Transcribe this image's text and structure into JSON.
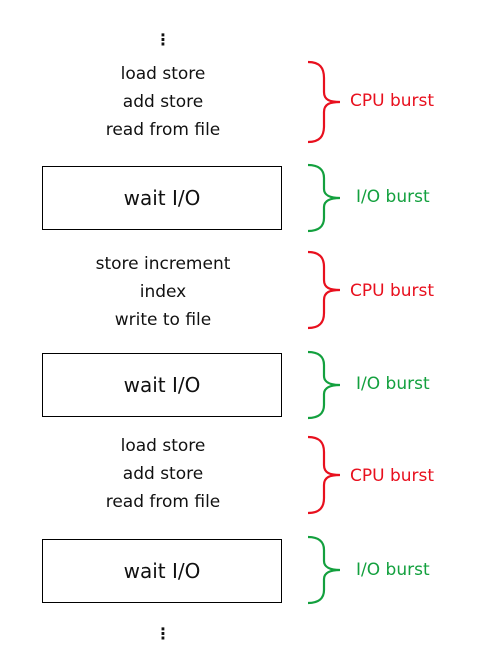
{
  "ellipsis": "⋮",
  "colors": {
    "cpu": "#e8101e",
    "io": "#13a03e"
  },
  "blocks": [
    {
      "kind": "cpu",
      "lines": [
        "load store",
        "add store",
        "read from file"
      ],
      "burst_label": "CPU burst"
    },
    {
      "kind": "io",
      "text": "wait I/O",
      "burst_label": "I/O burst"
    },
    {
      "kind": "cpu",
      "lines": [
        "store increment",
        "index",
        "write to file"
      ],
      "burst_label": "CPU burst"
    },
    {
      "kind": "io",
      "text": "wait I/O",
      "burst_label": "I/O burst"
    },
    {
      "kind": "cpu",
      "lines": [
        "load store",
        "add store",
        "read from file"
      ],
      "burst_label": "CPU burst"
    },
    {
      "kind": "io",
      "text": "wait I/O",
      "burst_label": "I/O burst"
    }
  ]
}
